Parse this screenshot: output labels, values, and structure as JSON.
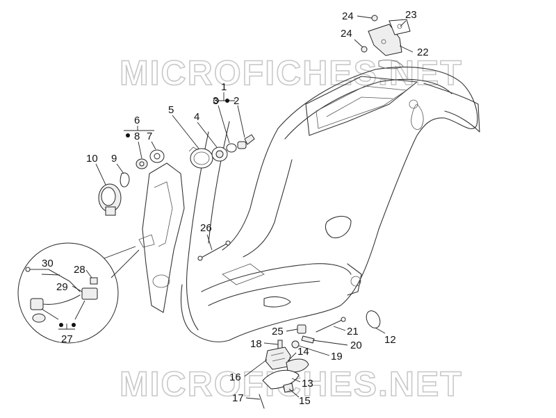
{
  "watermark": {
    "text": "MICROFICHES.NET",
    "color": "#c8c8c8"
  },
  "callouts": [
    {
      "id": "c1",
      "label": "1"
    },
    {
      "id": "c2",
      "label": "2"
    },
    {
      "id": "c3",
      "label": "3"
    },
    {
      "id": "c4",
      "label": "4"
    },
    {
      "id": "c5",
      "label": "5"
    },
    {
      "id": "c6",
      "label": "6"
    },
    {
      "id": "c7",
      "label": "7"
    },
    {
      "id": "c8",
      "label": "8"
    },
    {
      "id": "c9",
      "label": "9"
    },
    {
      "id": "c10",
      "label": "10"
    },
    {
      "id": "c12",
      "label": "12"
    },
    {
      "id": "c13",
      "label": "13"
    },
    {
      "id": "c14",
      "label": "14"
    },
    {
      "id": "c15",
      "label": "15"
    },
    {
      "id": "c16",
      "label": "16"
    },
    {
      "id": "c17",
      "label": "17"
    },
    {
      "id": "c18",
      "label": "18"
    },
    {
      "id": "c19",
      "label": "19"
    },
    {
      "id": "c20",
      "label": "20"
    },
    {
      "id": "c21",
      "label": "21"
    },
    {
      "id": "c22",
      "label": "22"
    },
    {
      "id": "c23",
      "label": "23"
    },
    {
      "id": "c24a",
      "label": "24"
    },
    {
      "id": "c24b",
      "label": "24"
    },
    {
      "id": "c25",
      "label": "25"
    },
    {
      "id": "c26",
      "label": "26"
    },
    {
      "id": "c27",
      "label": "27"
    },
    {
      "id": "c28",
      "label": "28"
    },
    {
      "id": "c29",
      "label": "29"
    },
    {
      "id": "c30",
      "label": "30"
    }
  ]
}
